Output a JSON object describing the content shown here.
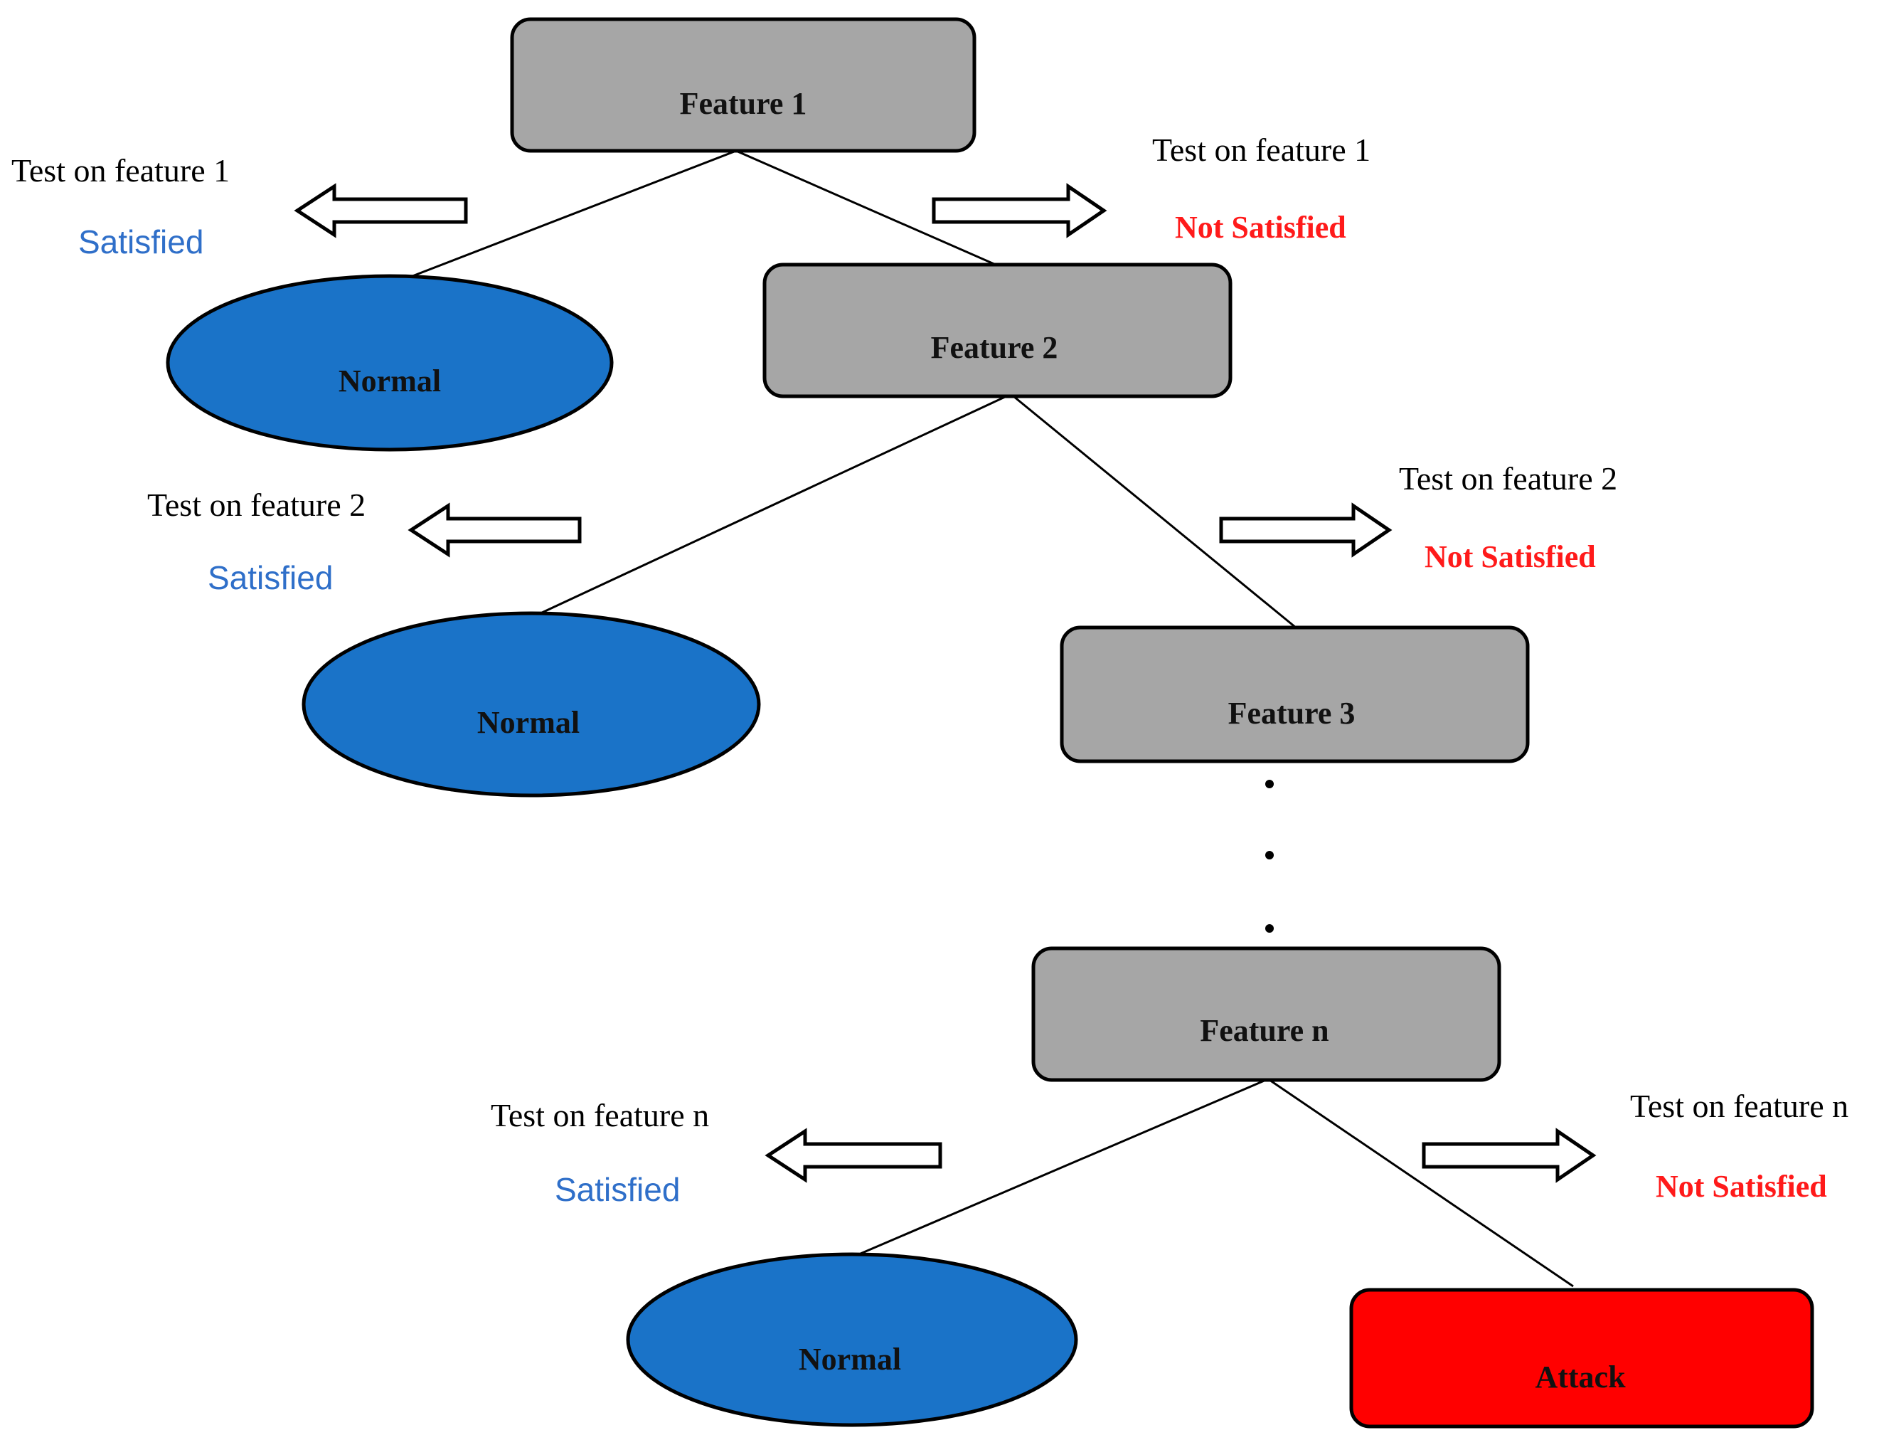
{
  "nodes": {
    "feature1": "Feature 1",
    "feature2": "Feature 2",
    "feature3": "Feature 3",
    "featuren": "Feature n",
    "normal1": "Normal",
    "normal2": "Normal",
    "normaln": "Normal",
    "attack": "Attack"
  },
  "labels": {
    "f1_left_test": "Test on feature 1",
    "f1_left_result": "Satisfied",
    "f1_right_test": "Test on feature 1",
    "f1_right_result": "Not Satisfied",
    "f2_left_test": "Test on feature 2",
    "f2_left_result": "Satisfied",
    "f2_right_test": "Test on feature 2",
    "f2_right_result": "Not Satisfied",
    "fn_left_test": "Test on feature n",
    "fn_left_result": "Satisfied",
    "fn_right_test": "Test on feature n",
    "fn_right_result": "Not Satisfied"
  },
  "colors": {
    "feature_fill": "#a6a6a6",
    "normal_fill": "#1a73c8",
    "attack_fill": "#ff0000",
    "satisfied_text": "#2f6fc9",
    "not_satisfied_text": "#ff1a1a"
  }
}
